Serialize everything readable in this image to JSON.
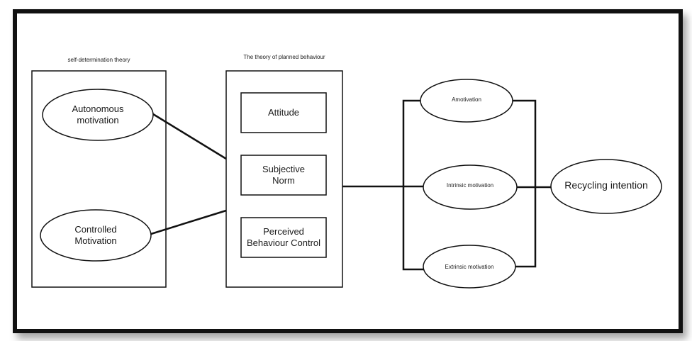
{
  "diagram": {
    "sdt": {
      "title": "self-determination theory",
      "autonomous_line1": "Autonomous",
      "autonomous_line2": "motivation",
      "controlled_line1": "Controlled",
      "controlled_line2": "Motivation"
    },
    "tpb": {
      "title": "The theory of planned behaviour",
      "attitude": "Attitude",
      "subjective_line1": "Subjective",
      "subjective_line2": "Norm",
      "pbc_line1": "Perceived",
      "pbc_line2": "Behaviour Control"
    },
    "motivation": {
      "amotivation": "Amotivation",
      "intrinsic": "Intrinsic motivation",
      "extrinsic": "Extrinsic motivation"
    },
    "outcome": "Recycling intention",
    "colors": {
      "stroke": "#111111",
      "fill": "#ffffff",
      "text": "#1a1a1a"
    }
  }
}
